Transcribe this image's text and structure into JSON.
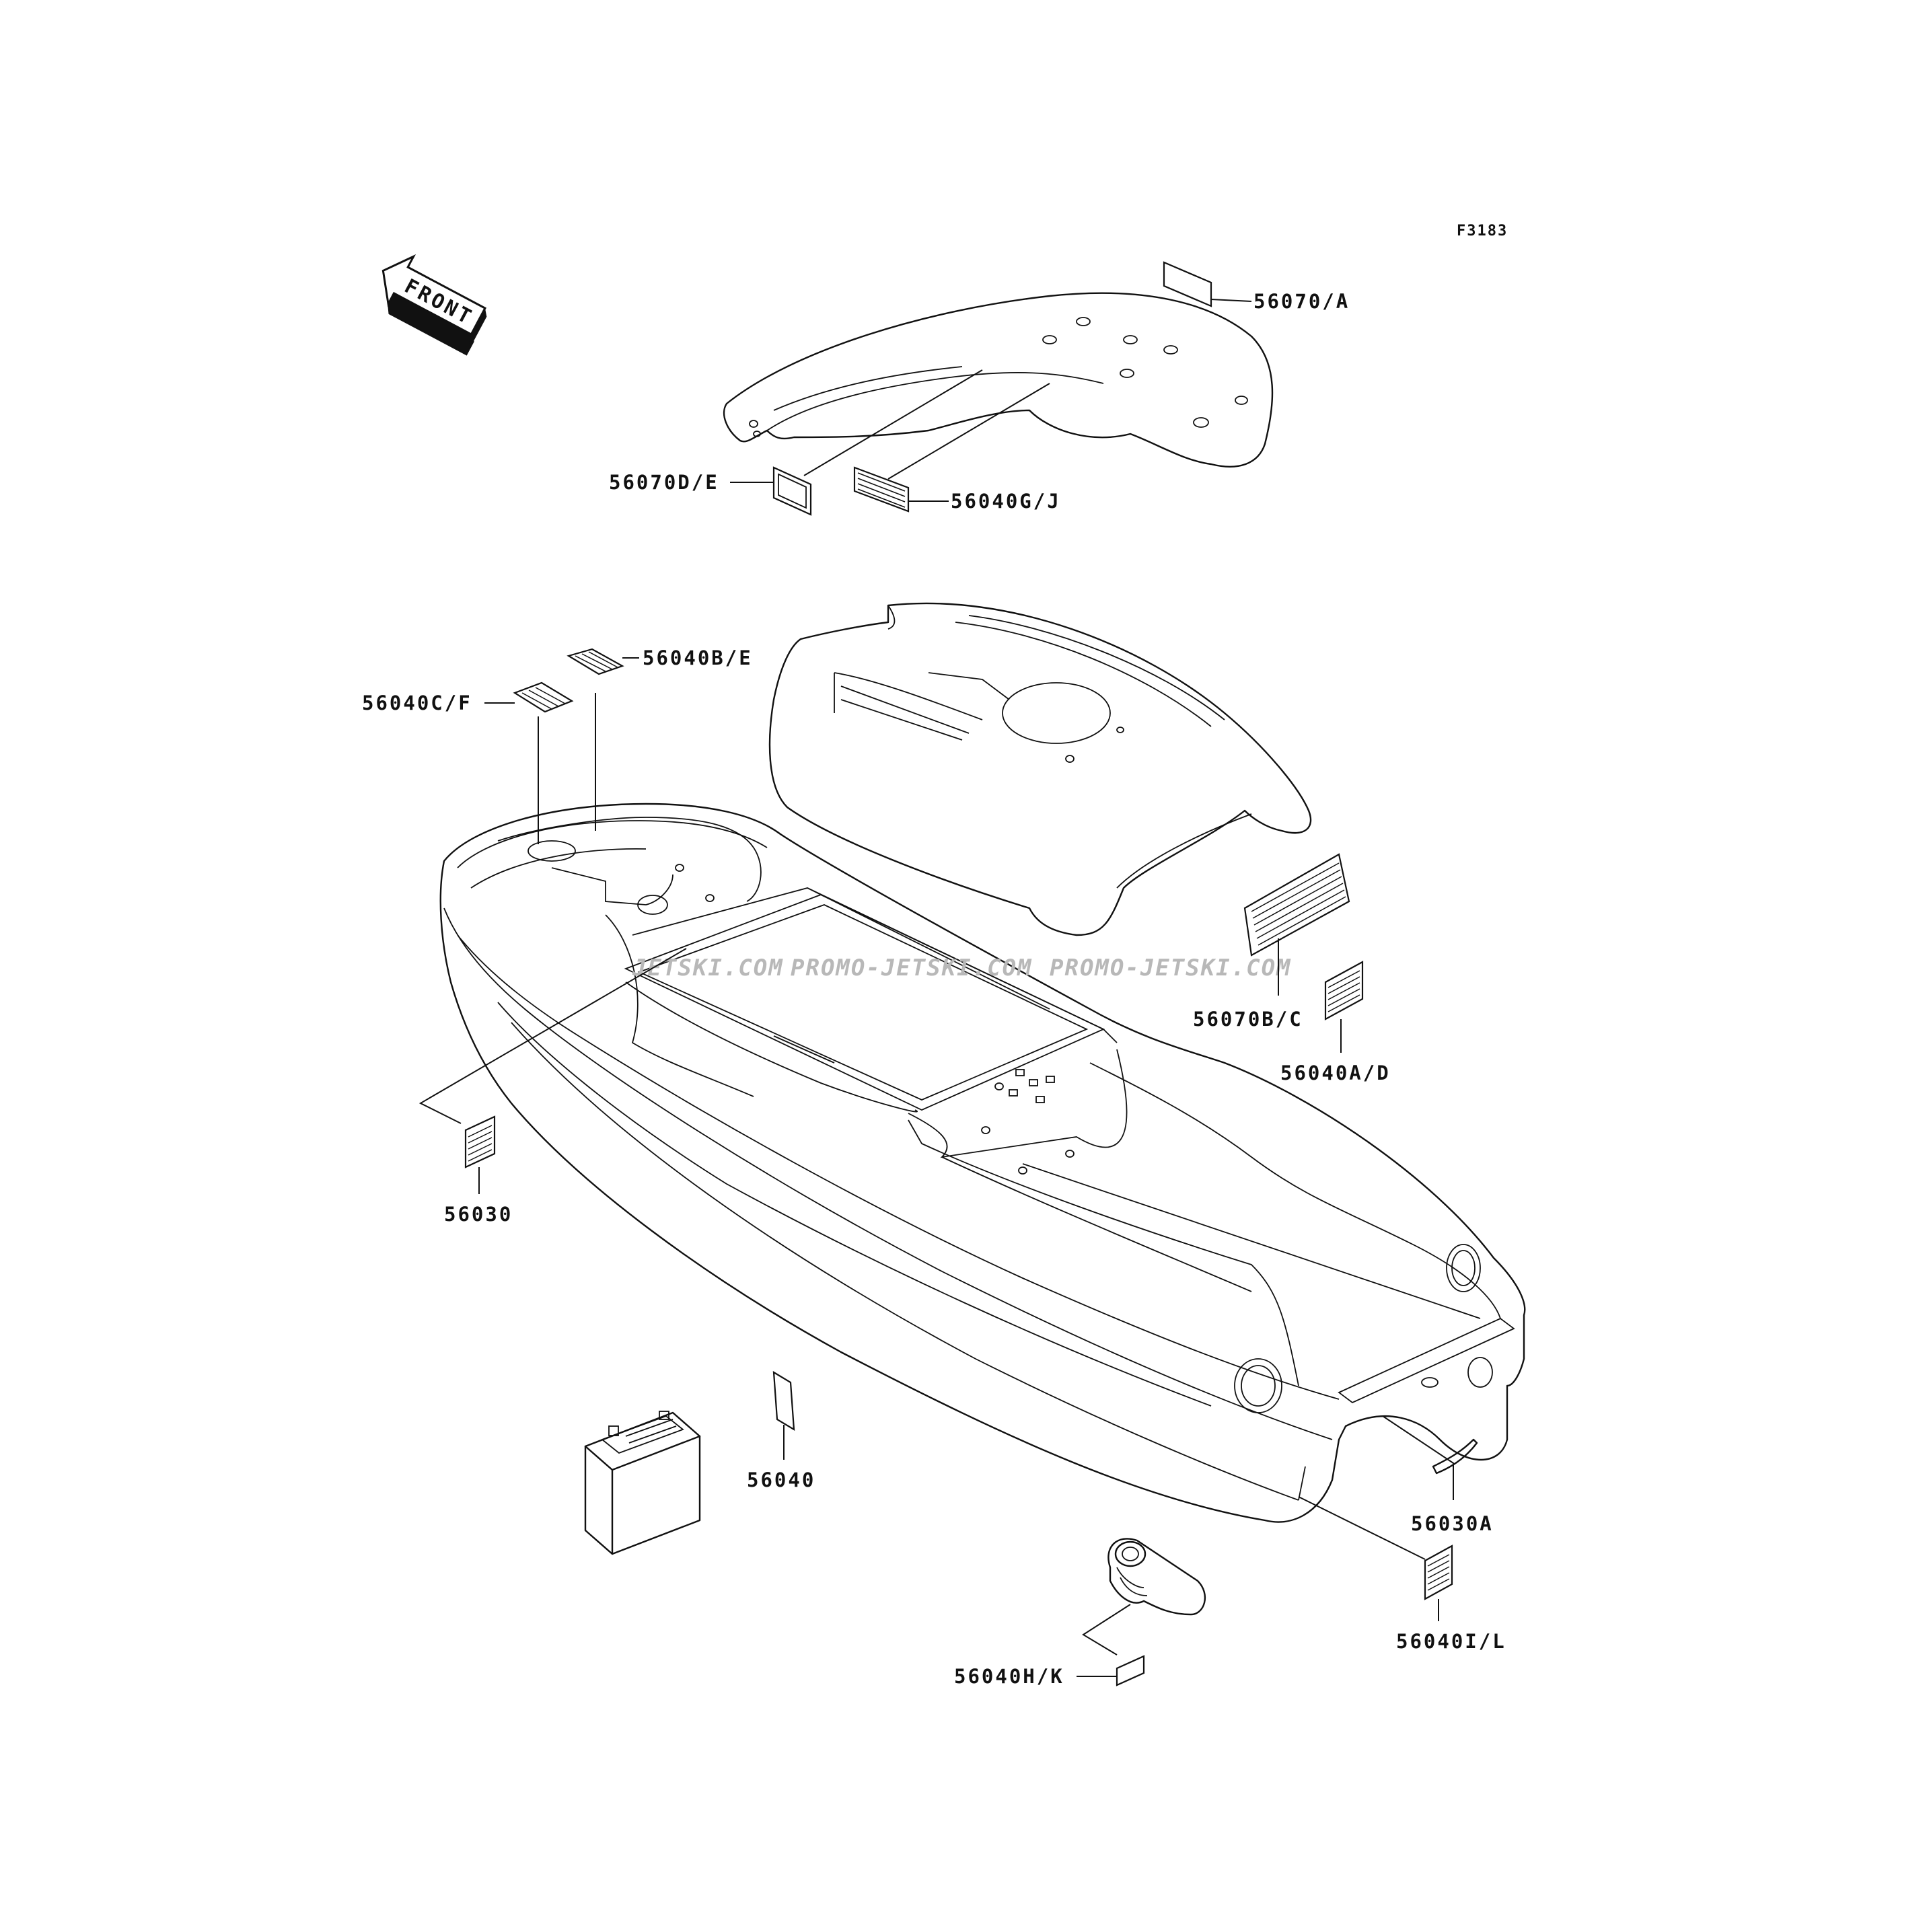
{
  "figure_id": "F3183",
  "front_badge": "FRONT",
  "watermark": [
    "JETSKI.COM",
    "PROMO-JETSKI.COM",
    "PROMO-JETSKI.COM"
  ],
  "callouts": {
    "c_56070A": "56070/A",
    "c_56070DE": "56070D/E",
    "c_56040GJ": "56040G/J",
    "c_56040BE": "56040B/E",
    "c_56040CF": "56040C/F",
    "c_56070BC": "56070B/C",
    "c_56040AD": "56040A/D",
    "c_56030": "56030",
    "c_56040": "56040",
    "c_56030A": "56030A",
    "c_56040IL": "56040I/L",
    "c_56040HK": "56040H/K"
  },
  "icons": [
    "front-arrow-icon",
    "battery-icon",
    "drain-plug-icon"
  ]
}
